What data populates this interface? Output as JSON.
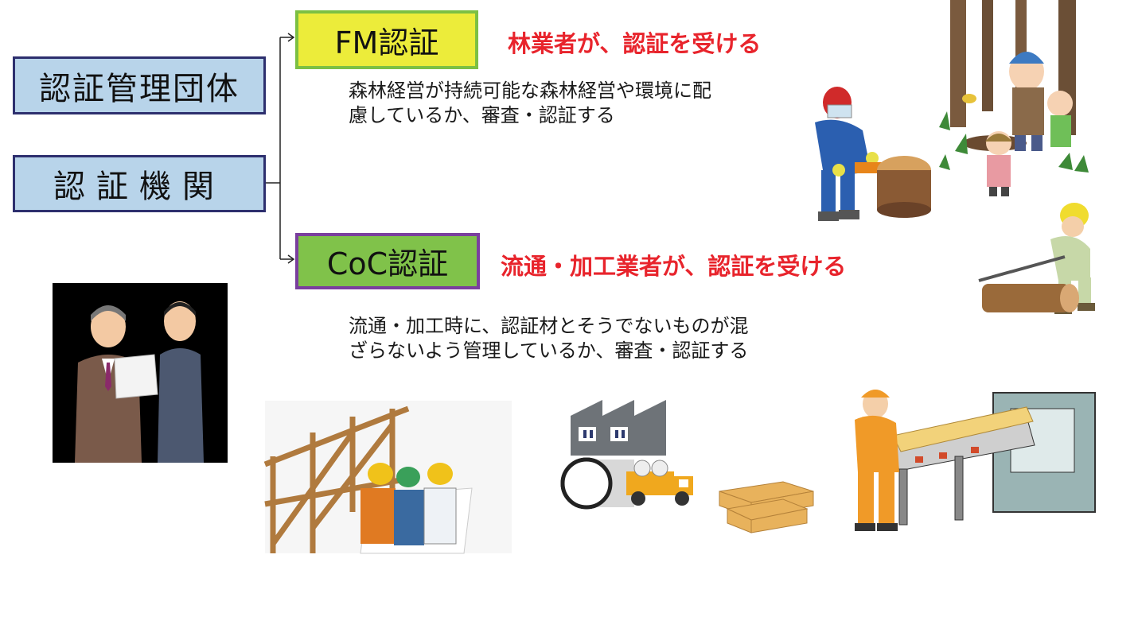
{
  "org": {
    "management_body": "認証管理団体",
    "certification_body": "認証機関"
  },
  "fm": {
    "label": "FM認証",
    "who": "林業者が、認証を受ける",
    "desc_line1": "森林経営が持続可能な森林経営や環境に配",
    "desc_line2": "慮しているか、審査・認証する"
  },
  "coc": {
    "label": "CoC認証",
    "who": "流通・加工業者が、認証を受ける",
    "desc_line1": "流通・加工時に、認証材とそうでないものが混",
    "desc_line2": "ざらないよう管理しているか、審査・認証する"
  },
  "colors": {
    "org_box_fill": "#b8d4ea",
    "org_box_border": "#2d2f6e",
    "fm_fill": "#ecec3a",
    "fm_border": "#7cc043",
    "coc_fill": "#80c24a",
    "coc_border": "#7a3f9e",
    "note_red": "#e8242c"
  },
  "illustrations": [
    "officials-document-icon",
    "forest-inspectors-icon",
    "chainsaw-worker-icon",
    "log-rolling-worker-icon",
    "construction-workers-icon",
    "factory-truck-icon",
    "lumber-stack-icon",
    "sawmill-worker-icon"
  ]
}
